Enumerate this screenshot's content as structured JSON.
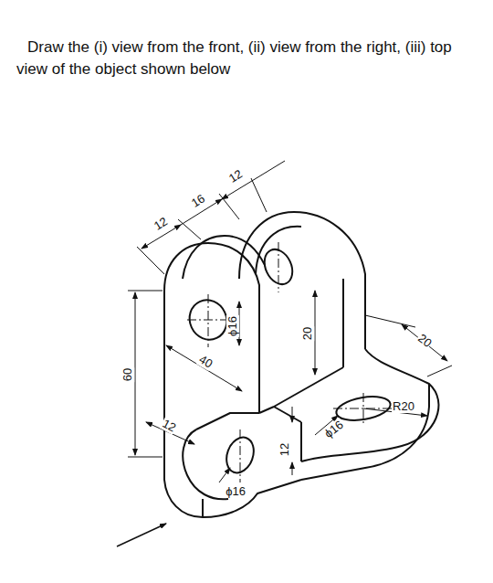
{
  "diagram": {
    "title": "Draw the (i) view from the front, (ii) view from the right, (iii) top view of the object shown below",
    "labels": [
      "12",
      "16",
      "12",
      "60",
      "40",
      "ϕ16",
      "20",
      "20",
      "R20",
      "ϕ16",
      "12",
      "12",
      "ϕ16"
    ]
  }
}
